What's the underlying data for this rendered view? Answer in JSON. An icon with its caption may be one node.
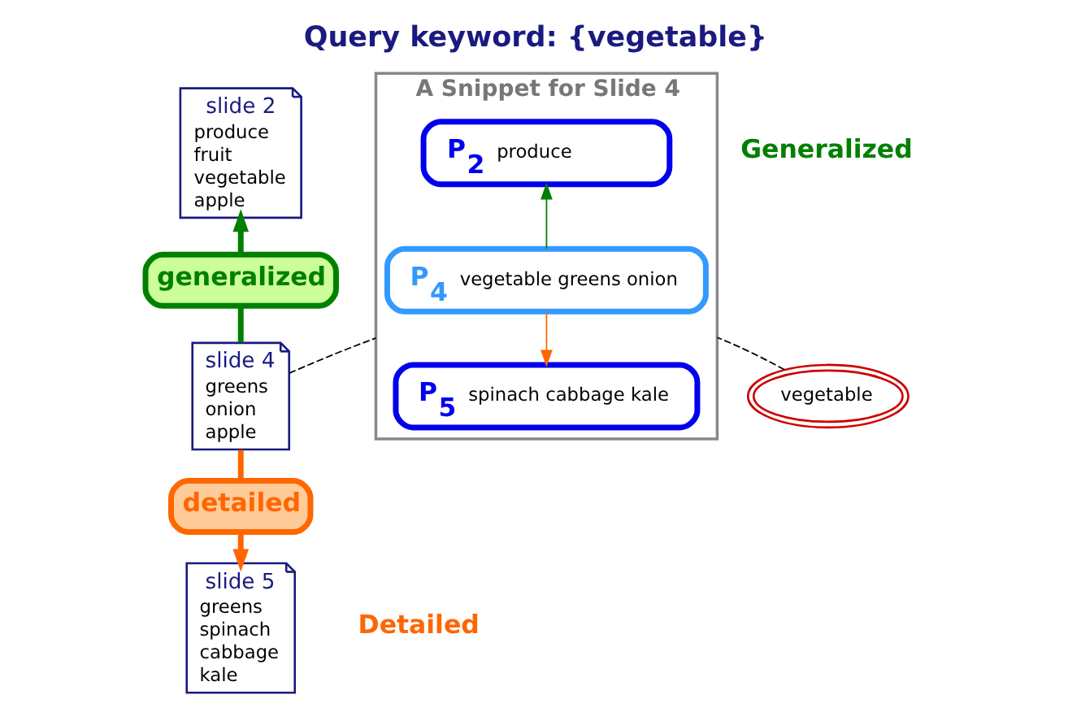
{
  "diagram": {
    "title": "Query keyword: {vegetable}",
    "nodes": [
      {
        "text": [
          "slide 2",
          "produce",
          "fruit",
          "vegetable",
          "apple"
        ]
      },
      {
        "text": [
          "generalized"
        ]
      },
      {
        "text": [
          "slide 4",
          "greens",
          "onion",
          "apple"
        ]
      },
      {
        "text": [
          "vegetable"
        ]
      },
      {
        "text": [
          "detailed"
        ]
      },
      {
        "text": [
          "slide 5",
          "greens",
          "spinach",
          "cabbage",
          "kale"
        ]
      },
      {
        "text": [
          "A Snippet for Slide 4"
        ]
      },
      {
        "text": [
          "P$_{2}$",
          "produce"
        ],
        "in": 6
      },
      {
        "text": [
          "P$_{4}$",
          "vegetable greens onion"
        ],
        "in": 6
      },
      {
        "text": [
          "P$_{5}$",
          "spinach cabbage kale"
        ],
        "in": 6
      }
    ],
    "edges": [
      {
        "from": 2,
        "to": 1,
        "arrow": "none",
        "style": "thick",
        "color": "#008000"
      },
      {
        "from": 1,
        "to": 0,
        "arrow": "to",
        "style": "thick",
        "color": "#008000"
      },
      {
        "from": 2,
        "to": 4,
        "arrow": "none",
        "style": "thick",
        "color": "#ff6600"
      },
      {
        "from": 4,
        "to": 5,
        "arrow": "to",
        "style": "thick",
        "color": "#ff6600"
      },
      {
        "from": 3,
        "to": 6,
        "arrow": "none",
        "style": "dashed",
        "color": "#000000"
      },
      {
        "from": 2,
        "to": 6,
        "arrow": "none",
        "style": "dashed",
        "color": "#000000"
      },
      {
        "from": 8,
        "to": 7,
        "arrow": "to",
        "color": "#008000"
      },
      {
        "from": 8,
        "to": 9,
        "arrow": "to",
        "color": "#ff6600"
      }
    ],
    "labels": [
      "Generalized",
      "Detailed"
    ]
  }
}
